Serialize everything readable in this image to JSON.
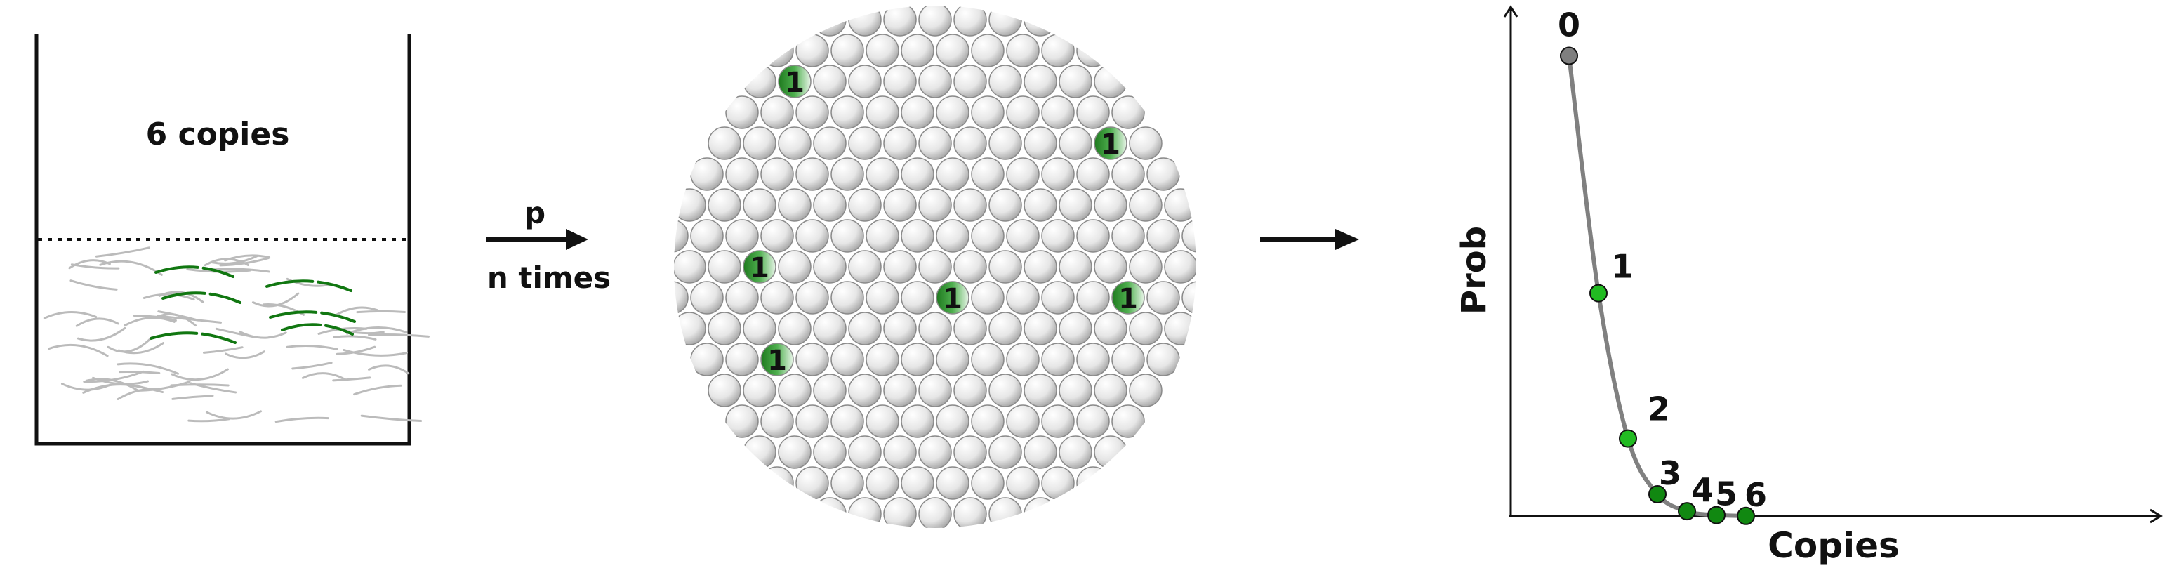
{
  "container": {
    "label": "6 copies"
  },
  "process": {
    "arrow_top_label": "p",
    "arrow_bottom_label": "n times"
  },
  "partition": {
    "positive_mark": "1",
    "positive_count": 6
  },
  "chart_data": {
    "type": "line",
    "xlabel": "Copies",
    "ylabel": "Prob",
    "point_labels": [
      "0",
      "1",
      "2",
      "3",
      "4",
      "5",
      "6"
    ],
    "x": [
      0,
      1,
      2,
      3,
      4,
      5,
      6
    ],
    "y": [
      0.95,
      0.46,
      0.16,
      0.045,
      0.01,
      0.002,
      0.0003
    ],
    "ylim": [
      0,
      1
    ],
    "grid": false,
    "colors": {
      "zero_point": "#7f7f7f",
      "light_point": "#22bb22",
      "dark_point": "#118811",
      "line": "#808080"
    }
  },
  "colors": {
    "fragment_green": "#117711",
    "fragment_grey": "#bbbbbb",
    "marked_droplet": "#3a9a3a"
  }
}
